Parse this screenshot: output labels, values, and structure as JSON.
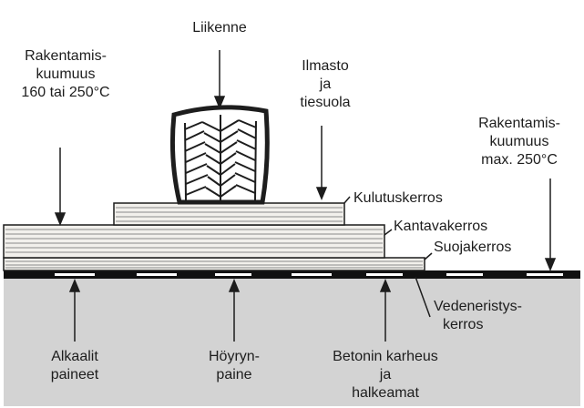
{
  "labels": {
    "traffic": "Liikenne",
    "temp_left": [
      "Rakentamis-",
      "kuumuus",
      "160 tai 250°C"
    ],
    "climate": [
      "Ilmasto",
      "ja",
      "tiesuola"
    ],
    "temp_right": [
      "Rakentamis-",
      "kuumuus",
      "max. 250°C"
    ],
    "wearing_layer": "Kulutuskerros",
    "base_layer": "Kantavakerros",
    "protective_layer": "Suojakerros",
    "waterproofing": [
      "Vedeneristys-",
      "kerros"
    ],
    "alkali": [
      "Alkaalit",
      "paineet"
    ],
    "vapour": [
      "Höyryn-",
      "paine"
    ],
    "concrete": [
      "Betonin karheus",
      "ja",
      "halkeamat"
    ]
  },
  "colors": {
    "concrete": "#d3d3d3",
    "layer_fill": "#f2f0ec",
    "stripe": "#8a8a8a",
    "membrane": "#111111",
    "ink": "#1d1d1d"
  },
  "icons": [
    "tire-icon"
  ]
}
